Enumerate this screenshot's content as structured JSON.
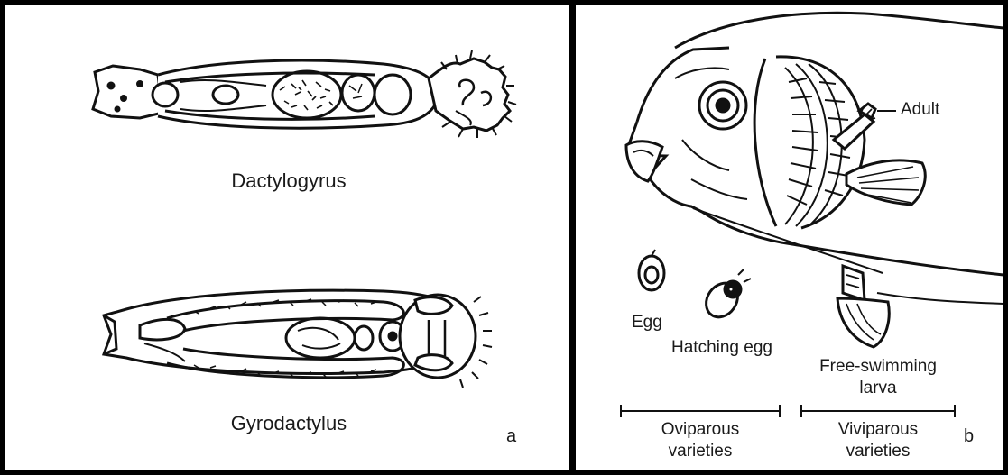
{
  "panel_a": {
    "letter": "a",
    "labels": {
      "dactylogyrus": "Dactylogyrus",
      "gyrodactylus": "Gyrodactylus"
    }
  },
  "panel_b": {
    "letter": "b",
    "labels": {
      "adult": "Adult",
      "egg": "Egg",
      "hatching_egg": "Hatching egg",
      "free_swimming_larva_line1": "Free-swimming",
      "free_swimming_larva_line2": "larva",
      "oviparous_line1": "Oviparous",
      "oviparous_line2": "varieties",
      "viviparous_line1": "Viviparous",
      "viviparous_line2": "varieties"
    }
  }
}
